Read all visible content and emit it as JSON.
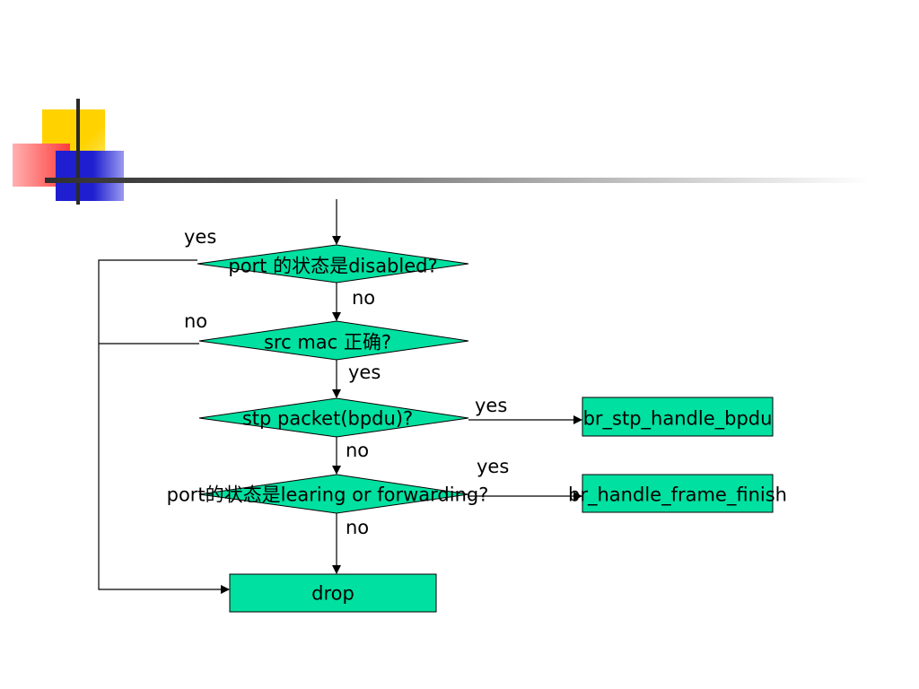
{
  "colors": {
    "node_fill": "#00e0a0",
    "line": "#000000",
    "deco_yellow": "#ffd200",
    "deco_red": "#ff4040",
    "deco_blue": "#2b2bd6",
    "deco_bar": "#3a3a3a"
  },
  "nodes": {
    "disabled": "port 的状态是disabled?",
    "srcmac": "src mac 正确?",
    "stp": "stp packet(bpdu)?",
    "learn": "port的状态是learing or forwarding?",
    "bpdu_box": "br_stp_handle_bpdu",
    "finish_box": "br_handle_frame_finish",
    "drop_box": "drop"
  },
  "edge_labels": {
    "yes_disabled": "yes",
    "no_disabled": "no",
    "no_srcmac": "no",
    "yes_srcmac": "yes",
    "yes_stp": "yes",
    "no_stp": "no",
    "yes_learn": "yes",
    "no_learn": "no"
  }
}
